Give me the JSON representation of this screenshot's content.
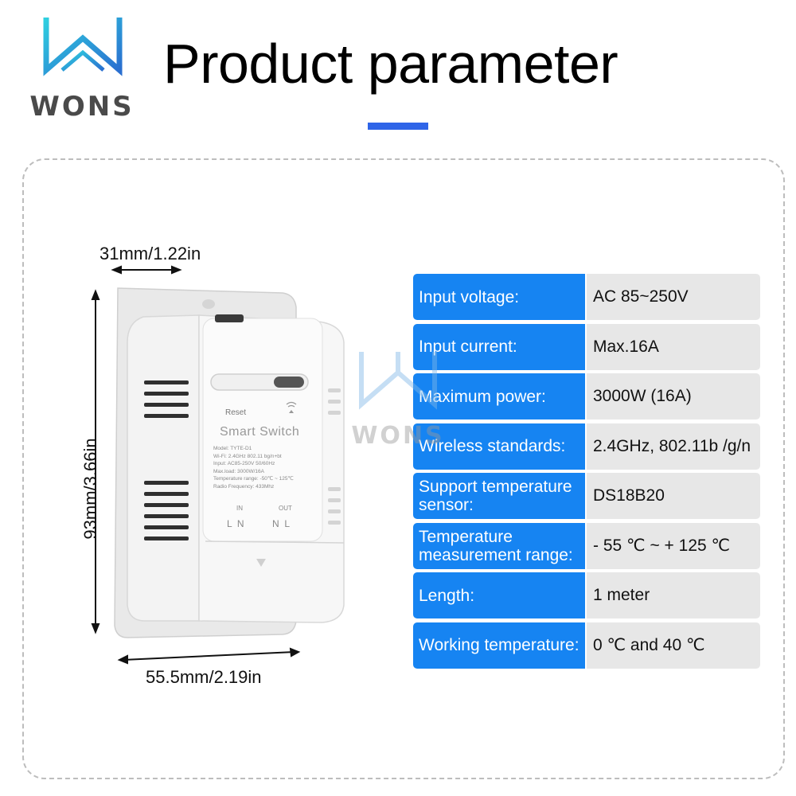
{
  "brand": {
    "name": "WONS"
  },
  "title": "Product parameter",
  "dimensions": {
    "depth": "31mm/1.22in",
    "height": "93mm/3.66in",
    "width": "55.5mm/2.19in"
  },
  "device": {
    "name": "Smart Switch",
    "reset_label": "Reset",
    "specs_lines": [
      "Model: TYTE-D1",
      "Wi-Fi: 2.4GHz  802.11 bg/n+bt",
      "Input: AC85-250V 50/60Hz",
      "Max.load: 3000W/16A",
      "Temperature range: -50℃ ~ 125℃",
      "Radio Frequency: 433Mhz"
    ],
    "in_label": "IN",
    "out_label": "OUT",
    "in_terminals": "L  N",
    "out_terminals": "N  L"
  },
  "parameters": [
    {
      "label": "Input voltage:",
      "value": "AC 85~250V"
    },
    {
      "label": "Input current:",
      "value": "Max.16A"
    },
    {
      "label": "Maximum power:",
      "value": "3000W (16A)"
    },
    {
      "label": "Wireless standards:",
      "value": "2.4GHz, 802.11b /g/n"
    },
    {
      "label": "Support temperature sensor:",
      "value": "DS18B20"
    },
    {
      "label": "Temperature measurement range:",
      "value": "- 55 ℃ ~ + 125 ℃"
    },
    {
      "label": "Length:",
      "value": "1 meter"
    },
    {
      "label": "Working temperature:",
      "value": "0 ℃ and 40 ℃"
    }
  ],
  "colors": {
    "label_bg": "#1684f2",
    "value_bg": "#e7e7e7",
    "accent_bar": "#2f65e8"
  }
}
